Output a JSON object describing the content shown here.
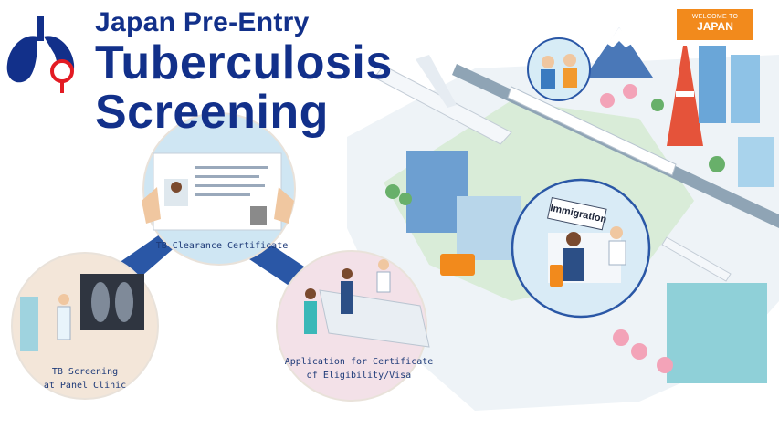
{
  "title": {
    "line1": "Japan Pre-Entry",
    "line2": "Tuberculosis",
    "line3": "Screening"
  },
  "badge": {
    "small": "WELCOME TO",
    "main": "JAPAN"
  },
  "signs": {
    "immigration": "Immigration"
  },
  "steps": {
    "screening": [
      "TB Screening",
      "at Panel Clinic"
    ],
    "certificate": "TB Clearance Certificate",
    "application": [
      "Application for Certificate",
      "of Eligibility/Visa"
    ]
  },
  "colors": {
    "navy": "#12308a",
    "accent_red": "#e31b23",
    "circle_left": "#f3e6d9",
    "circle_mid": "#cfe6f3",
    "circle_right": "#f3e1e8",
    "connector": "#2a57a6",
    "badge": "#f28a1c"
  },
  "icons": [
    "lungs-magnifier-icon"
  ]
}
